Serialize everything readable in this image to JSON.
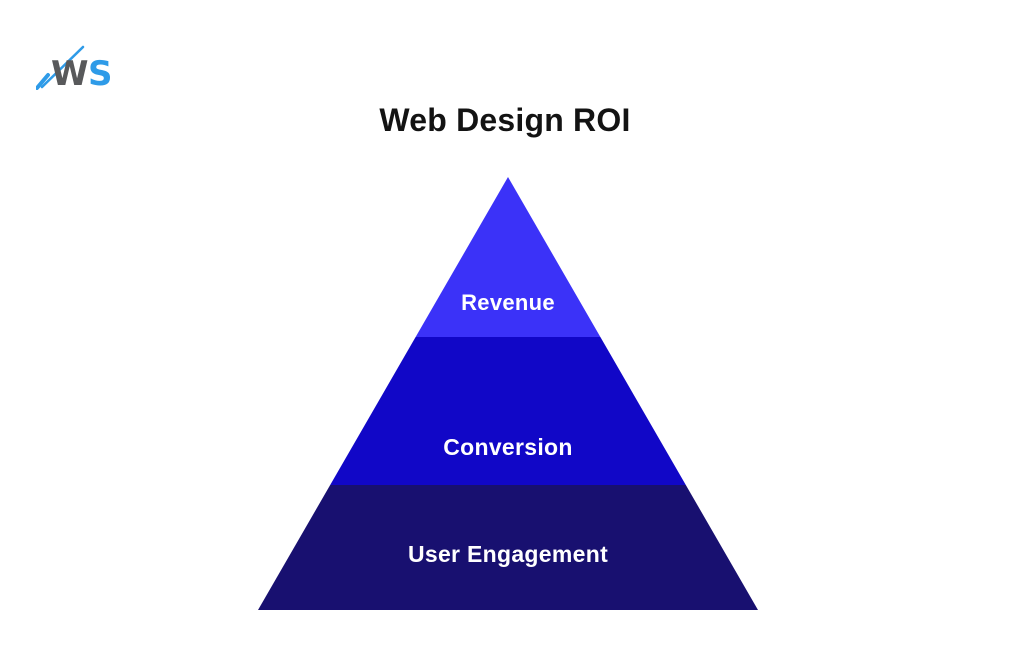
{
  "background": "#FFFFFF",
  "logo": {
    "letters": {
      "w": "W",
      "s": "S"
    },
    "w_color": "#58595B",
    "s_color": "#2E9BE8",
    "accent_color": "#2E9BE8"
  },
  "title": "Web Design ROI",
  "title_color": "#131313",
  "pyramid": {
    "type": "pyramid",
    "label_color": "#FFFFFF",
    "levels": [
      {
        "label": "Revenue",
        "color": "#3B32F8"
      },
      {
        "label": "Conversion",
        "color": "#1107C7"
      },
      {
        "label": "User Engagement",
        "color": "#181070"
      }
    ]
  }
}
